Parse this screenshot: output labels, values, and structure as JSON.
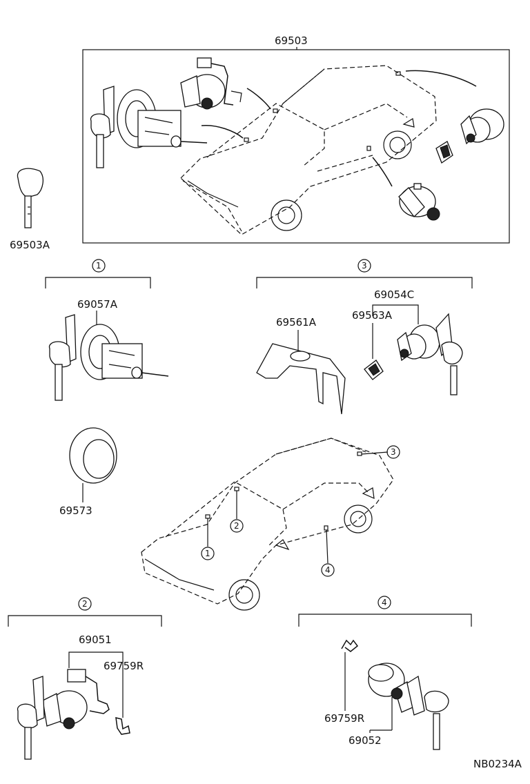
{
  "labels": {
    "main_assembly": "69503",
    "key_blank": "69503A",
    "ignition_cylinder": "69057A",
    "ignition_ring": "69573",
    "trunk_bracket": "69561A",
    "trunk_lock_set": "69054C",
    "trunk_pad": "69563A",
    "door_lock_left": "69051",
    "clip_left": "69759R",
    "clip_right": "69759R",
    "door_lock_right": "69052",
    "diagram_code": "NB0234A"
  },
  "callouts": {
    "c1": "1",
    "c2": "2",
    "c3": "3",
    "c4": "4"
  }
}
